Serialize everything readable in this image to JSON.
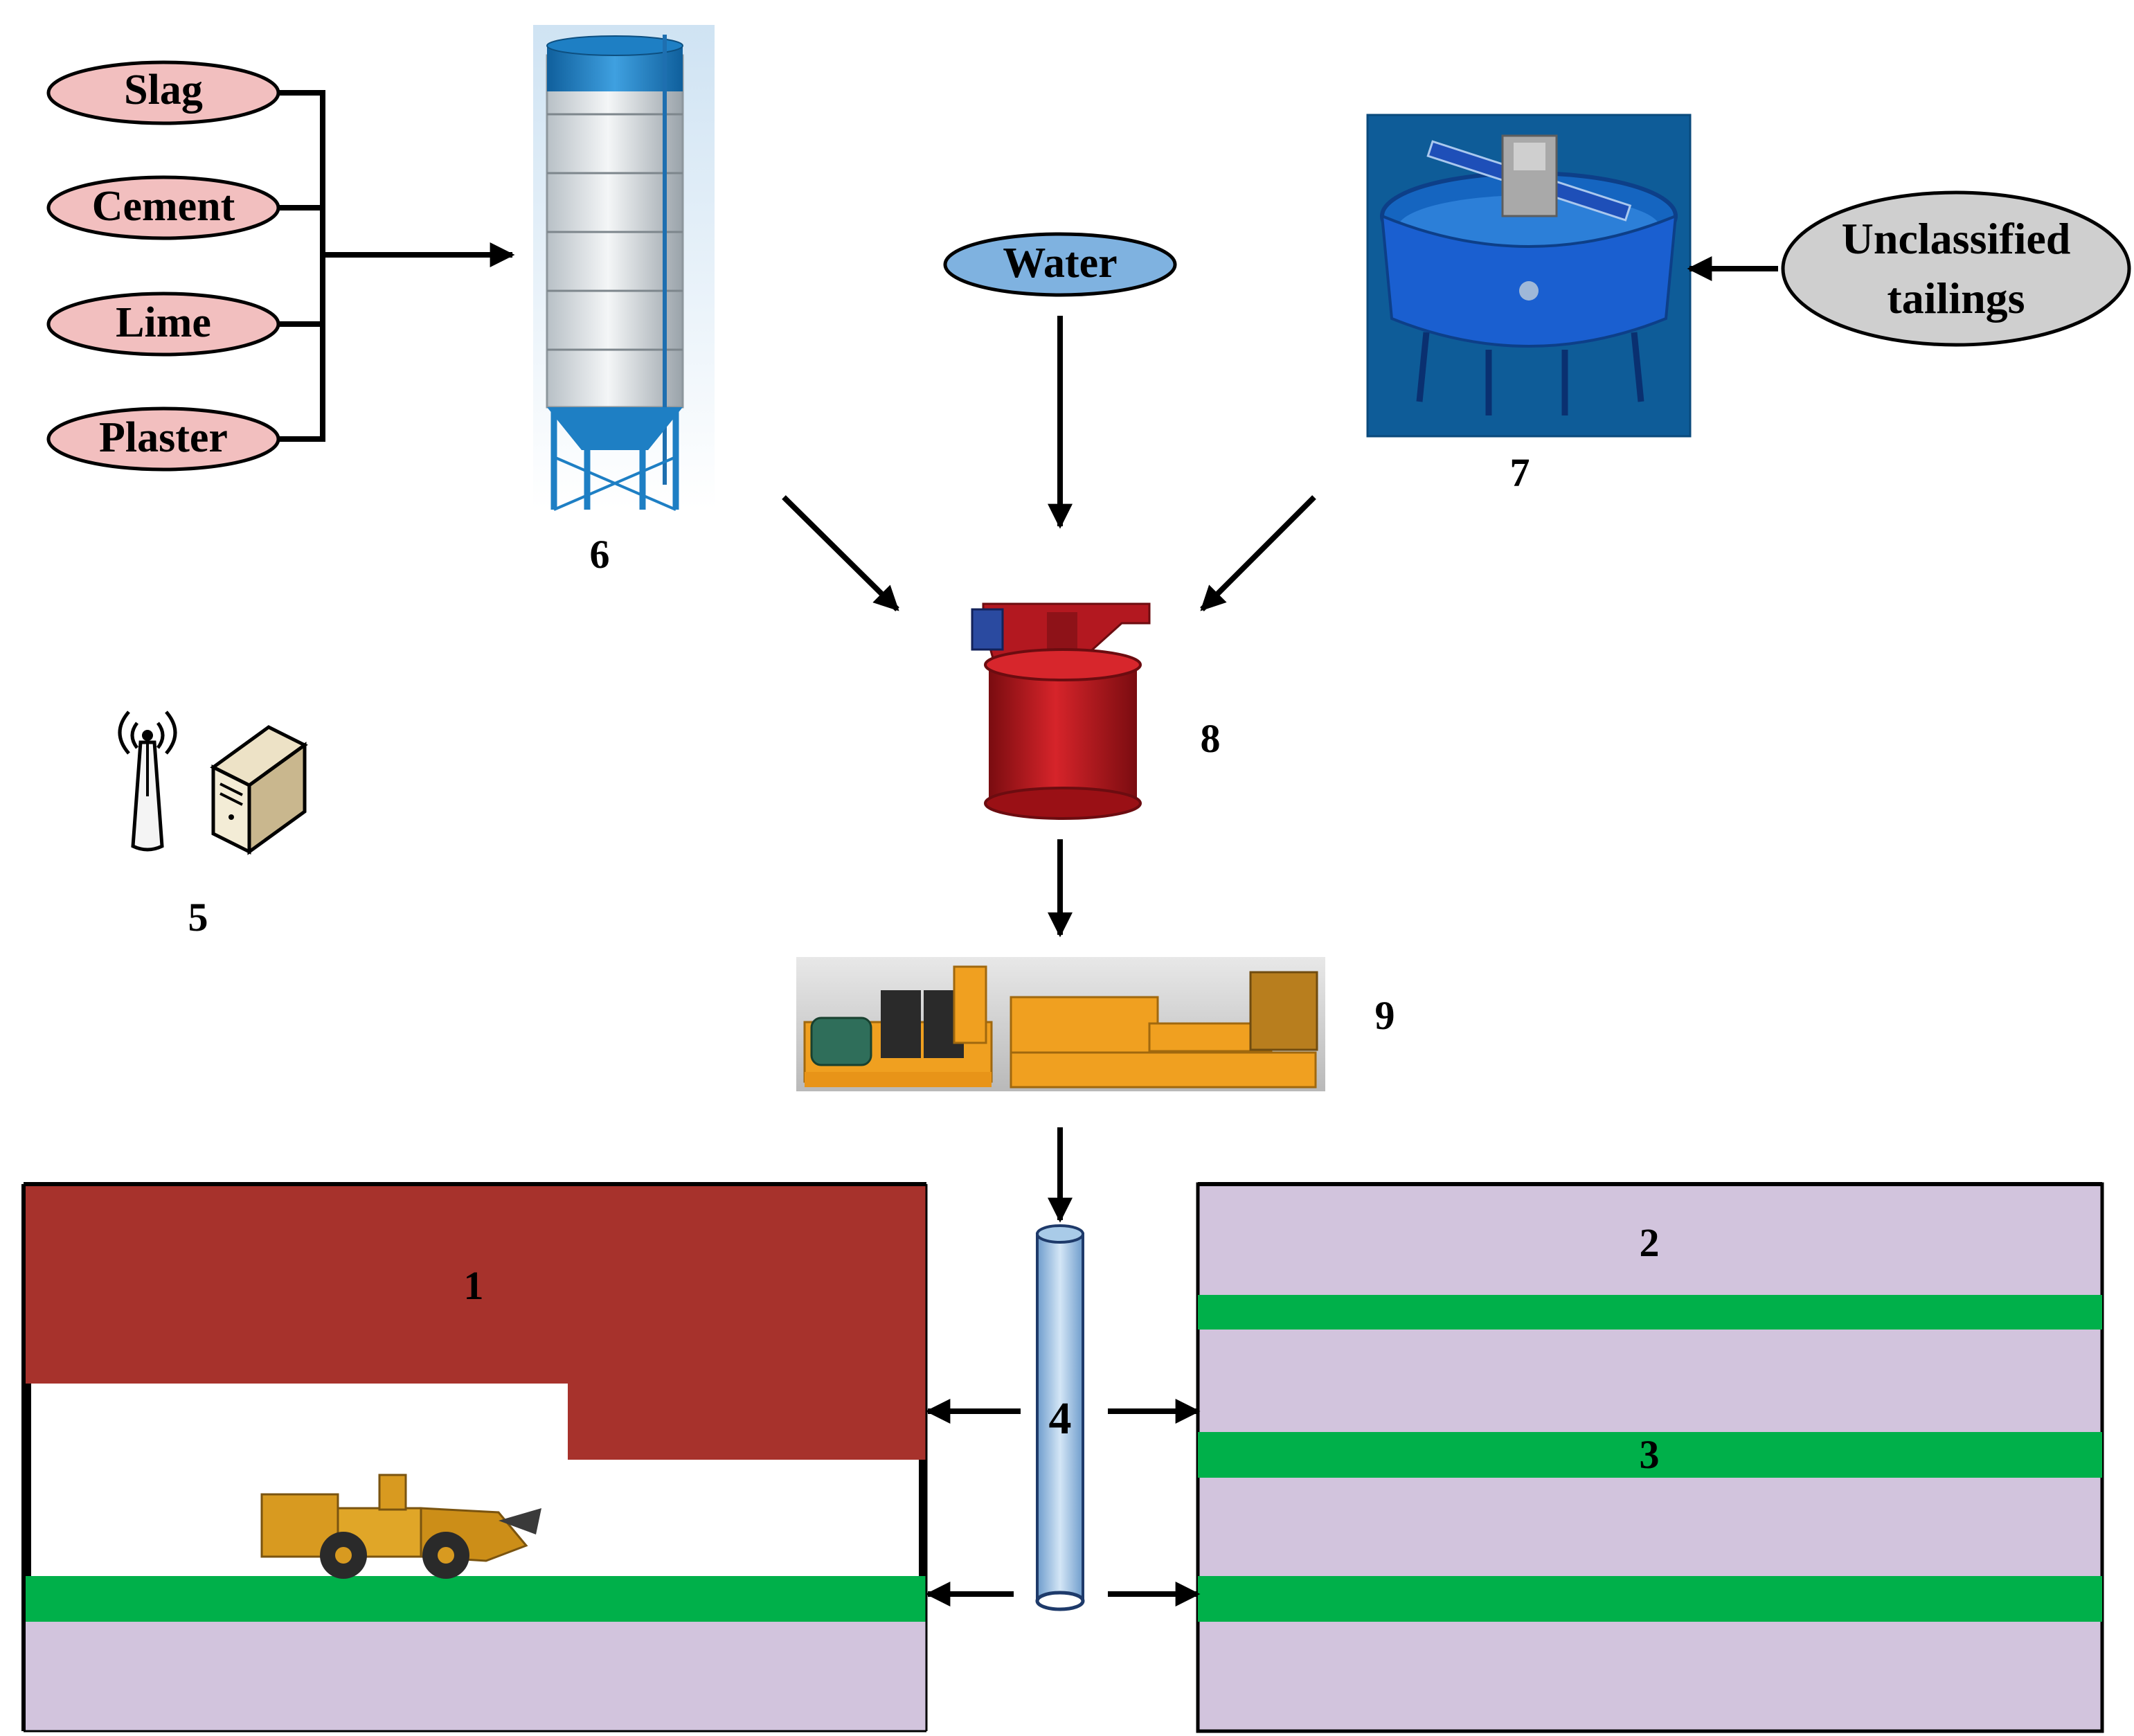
{
  "materials": [
    "Slag",
    "Cement",
    "Lime",
    "Plaster"
  ],
  "water": "Water",
  "tailings": [
    "Unclassified",
    "tailings"
  ],
  "labels": {
    "stope": "1",
    "strata": "2",
    "layer": "3",
    "pipe": "4",
    "monitor": "5",
    "silo": "6",
    "thickener": "7",
    "mixer": "8",
    "pump": "9"
  },
  "colors": {
    "material_fill": "#f2bfbf",
    "water_fill": "#7fb2e0",
    "tailings_fill": "#cfcfcf",
    "orebody": "#a7322c",
    "strata": "#d2c4dd",
    "green_layer": "#00b04a",
    "pipe": "#a9cbe8",
    "silo_blue": "#1e7fc4",
    "thickener_bg": "#0e5c98",
    "mixer_red": "#c0161c",
    "pump_orange": "#f0a020",
    "loader_yellow": "#d89a20"
  },
  "icons": [
    "wireless-antenna-icon",
    "server-computer-icon",
    "cement-silo-icon",
    "thickener-icon",
    "agitator-mixer-icon",
    "filling-pump-icon",
    "scooptram-loader-icon"
  ]
}
